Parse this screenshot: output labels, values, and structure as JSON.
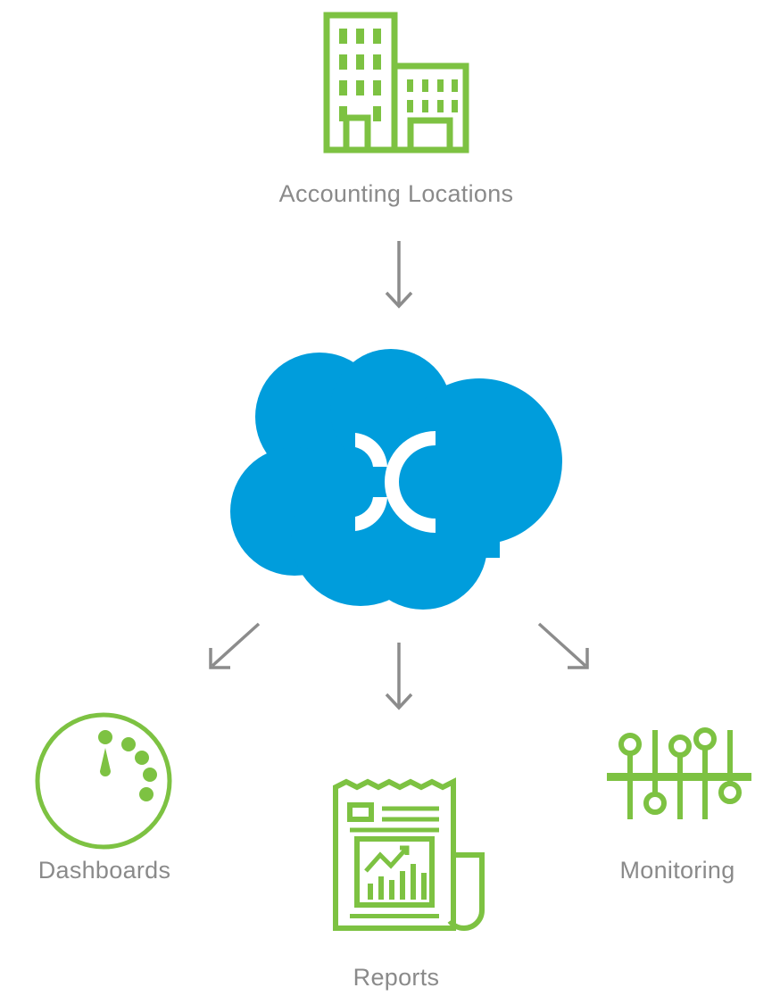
{
  "colors": {
    "icon_green": "#7dc242",
    "cloud_blue": "#009ddc",
    "arrow_gray": "#8c8c8c",
    "label_gray": "#8a8a8a"
  },
  "nodes": {
    "source": {
      "label": "Accounting Locations",
      "icon": "buildings-icon"
    },
    "hub": {
      "icon": "cloud-logo-icon"
    },
    "outputs": [
      {
        "label": "Dashboards",
        "icon": "gauge-icon"
      },
      {
        "label": "Reports",
        "icon": "report-document-icon"
      },
      {
        "label": "Monitoring",
        "icon": "sliders-icon"
      }
    ]
  },
  "edges": [
    {
      "from": "Accounting Locations",
      "to": "hub"
    },
    {
      "from": "hub",
      "to": "Dashboards"
    },
    {
      "from": "hub",
      "to": "Reports"
    },
    {
      "from": "hub",
      "to": "Monitoring"
    }
  ]
}
